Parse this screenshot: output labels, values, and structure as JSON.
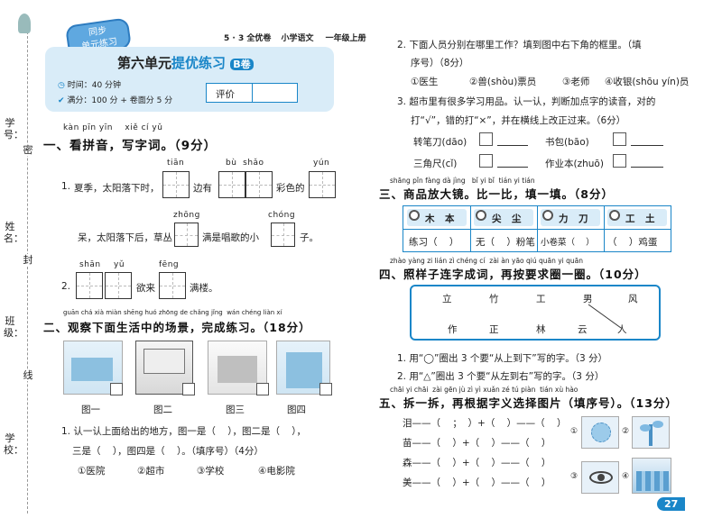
{
  "header": {
    "badge_line1": "同步",
    "badge_line2": "单元练习",
    "series": "5 · 3 全优卷",
    "subject": "小学语文",
    "grade": "一年级上册",
    "title_pre": "第六单元",
    "title_hl": "提优练习",
    "title_tag": "B卷",
    "time": "时间：40 分钟",
    "score": "满分：100 分 + 卷面分 5 分",
    "eval_label": "评价"
  },
  "margin": {
    "student_id": "学号：",
    "name": "姓名：",
    "class": "班级：",
    "school": "学校：",
    "mark1": "密",
    "mark2": "封",
    "mark3": "线"
  },
  "s1": {
    "pinyin": "kàn pīn yīn    xiě cí yǔ",
    "title": "一、看拼音，写字词。（9分）",
    "q1_py_a": "tiān",
    "q1_py_b": "bù  shǎo",
    "q1_py_c": "yún",
    "q1_num": "1.",
    "q1_t1": "夏季，太阳落下时，",
    "q1_t2": "边有",
    "q1_t3": "彩色的",
    "q1_py_d": "zhōng",
    "q1_py_e": "chóng",
    "q1_t4": "呆，太阳落下后，草丛",
    "q1_t5": "满是唱歌的小",
    "q1_t6": "子。",
    "q2_py_a": "shān",
    "q2_py_b": "yǔ",
    "q2_py_c": "fēng",
    "q2_num": "2.",
    "q2_t1": "欲来",
    "q2_t2": "满楼。"
  },
  "s2": {
    "pinyin": "guān chá xià miàn shēng huó zhōng de chǎng jǐng  wán chéng liàn xí",
    "title": "二、观察下面生活中的场景，完成练习。（18分）",
    "pic_labels": [
      "图一",
      "图二",
      "图三",
      "图四"
    ],
    "q1_a": "1. 认一认上面给出的地方，图一是（    ），图二是（    ），",
    "q1_b": "三是（    ），图四是（    ）。（填序号）（4分）",
    "options": [
      "①医院",
      "②超市",
      "③学校",
      "④电影院"
    ],
    "q2_a": "2. 下面人员分别在哪里工作？填到图中右下角的框里。（填",
    "q2_b": "序号）（8分）",
    "q2_opts": [
      "①医生",
      "②兽(shòu)票员",
      "③老师",
      "④收银(shōu yín)员"
    ],
    "q3_a": "3. 超市里有很多学习用品。认一认，判断加点字的读音，对的",
    "q3_b": "打“√”，错的打“×”，并在横线上改正过来。（6分）",
    "q3_items": [
      "转笔刀(dāo)",
      "书包(bāo)",
      "三角尺(cǐ)",
      "作业本(zhuō)"
    ]
  },
  "s3": {
    "pinyin": "shāng pǐn fàng dà jìng   bǐ yi bǐ  tián yi tián",
    "title": "三、商品放大镜。比一比，填一填。（8分）",
    "pairs": [
      [
        "木",
        "本"
      ],
      [
        "尖",
        "尘"
      ],
      [
        "力",
        "刀"
      ],
      [
        "工",
        "土"
      ]
    ],
    "fills": [
      "练习（    ）",
      "无（    ）粉笔",
      "小卷菜（    ）",
      "（    ）鸡蛋"
    ]
  },
  "s4": {
    "pinyin": "zhào yàng zi lián zì chéng cí  zài àn yāo qiú quān yi quān",
    "title": "四、照样子连字成词，再按要求圈一圈。（10分）",
    "top": [
      "立",
      "竹",
      "工",
      "男",
      "风"
    ],
    "bottom": [
      "作",
      "正",
      "林",
      "云",
      "人"
    ],
    "q1": "1. 用“◯”圈出 3 个要“从上到下”写的字。（3 分）",
    "q2": "2. 用“△”圈出 3 个要“从左到右”写的字。（3 分）"
  },
  "s5": {
    "pinyin": "chāi yi chāi  zài gēn jù zì yì xuǎn zé tú piàn  tián xù hào",
    "title": "五、拆一拆，再根据字义选择图片（填序号）。（13分）",
    "rows": [
      {
        "ch": "泪",
        "expr": "——（    ；  ）+（    ）——（    ）"
      },
      {
        "ch": "苗",
        "expr": "——（    ）+（    ）——（    ）"
      },
      {
        "ch": "森",
        "expr": "——（    ）+（    ）——（    ）"
      },
      {
        "ch": "美",
        "expr": "——（    ）+（    ）——（    ）"
      }
    ],
    "pics": [
      "①",
      "②",
      "③",
      "④"
    ]
  },
  "page_number": "27"
}
